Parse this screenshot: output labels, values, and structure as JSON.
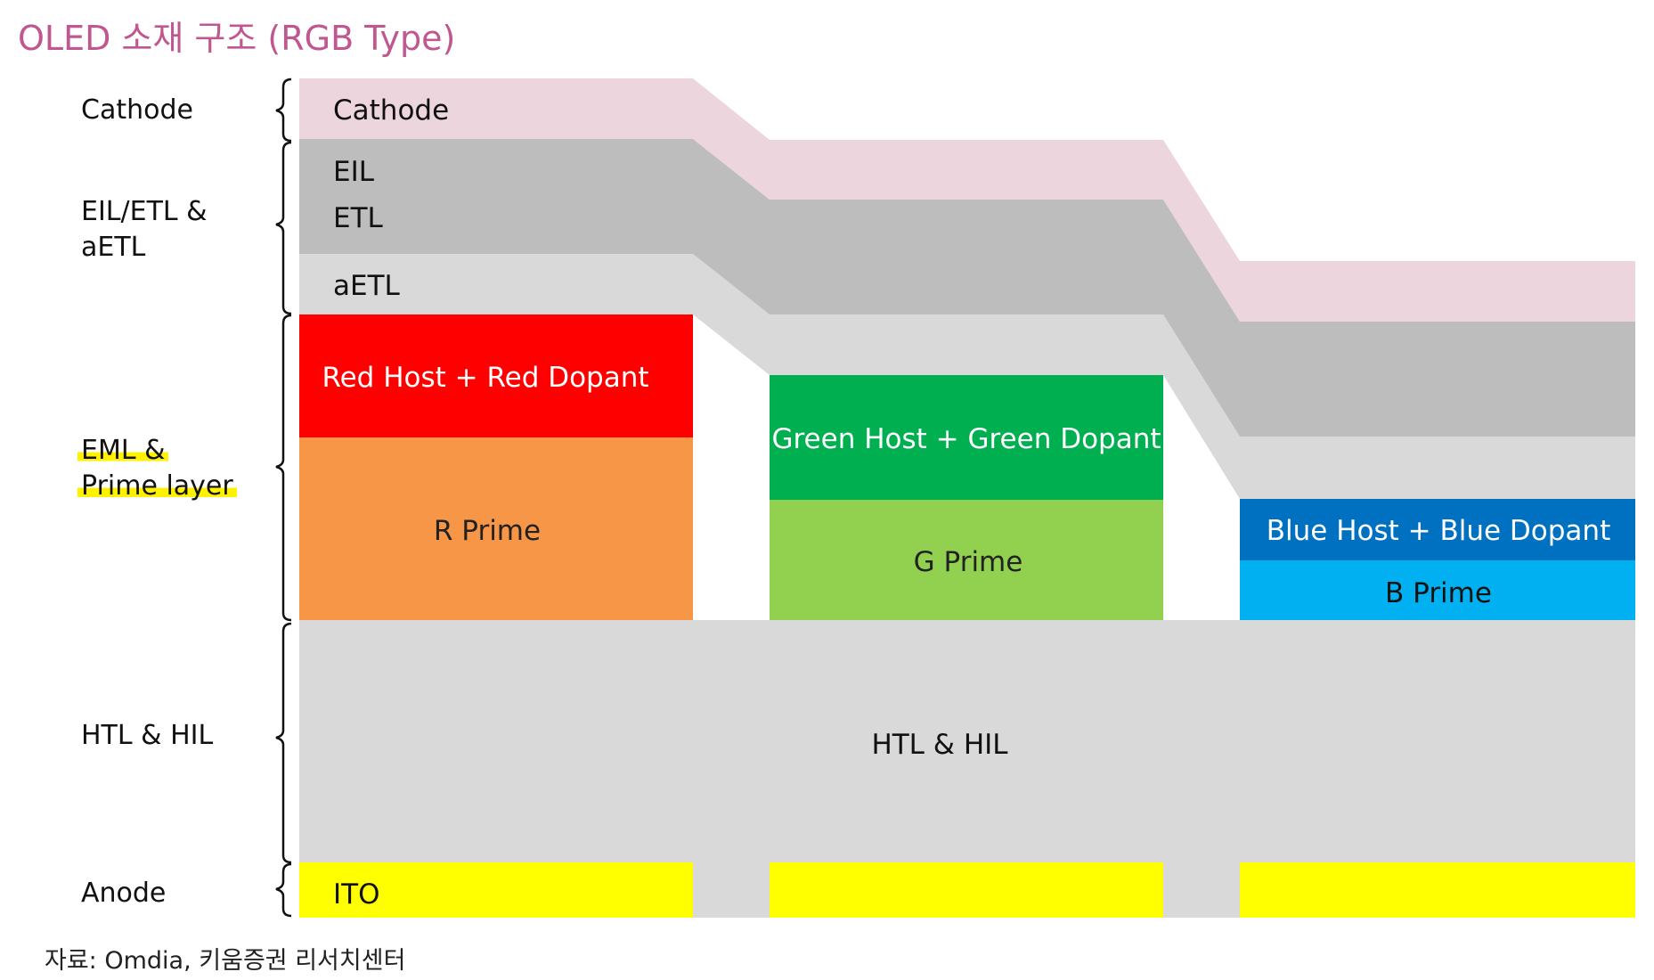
{
  "title": "OLED 소재 구조 (RGB Type)",
  "source": "자료: Omdia, 키움증권 리서치센터",
  "side_labels": {
    "cathode": "Cathode",
    "eil_etl_line1": "EIL/ETL &",
    "eil_etl_line2": "aETL",
    "eml_line1": "EML &",
    "eml_line2": "Prime layer",
    "htl_hil": "HTL & HIL",
    "anode": "Anode"
  },
  "layers": {
    "cathode": "Cathode",
    "eil": "EIL",
    "etl": "ETL",
    "aetl": "aETL",
    "red_eml": "Red Host + Red Dopant",
    "r_prime": "R Prime",
    "green_eml": "Green Host + Green Dopant",
    "g_prime": "G Prime",
    "blue_eml": "Blue Host + Blue Dopant",
    "b_prime": "B Prime",
    "htl_hil": "HTL & HIL",
    "ito": "ITO"
  },
  "colors": {
    "title": "#c0578f",
    "cathode": "#ecd5dc",
    "eil_etl": "#bdbdbd",
    "aetl": "#d9d9d9",
    "htl": "#d9d9d9",
    "red_eml": "#ff0000",
    "r_prime": "#f79646",
    "green_eml": "#00b050",
    "g_prime": "#92d050",
    "blue_eml": "#0070c0",
    "b_prime": "#00b0f0",
    "ito": "#ffff00"
  }
}
